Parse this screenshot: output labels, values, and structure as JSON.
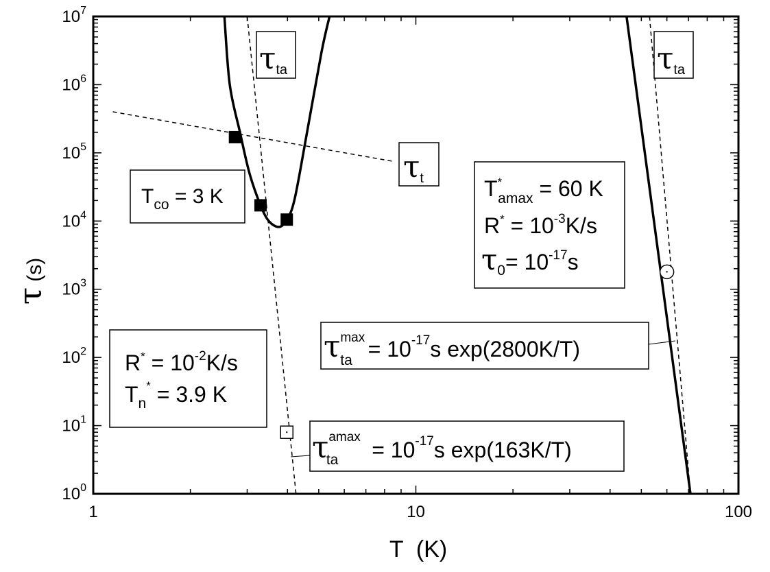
{
  "chart_data": {
    "type": "line",
    "xscale": "log",
    "yscale": "log",
    "xlim": [
      1,
      100
    ],
    "ylim": [
      1,
      10000000
    ],
    "grid": false,
    "x_ticks": [
      {
        "value": 1,
        "label": "1"
      },
      {
        "value": 10,
        "label": "10"
      },
      {
        "value": 100,
        "label": "100"
      }
    ],
    "y_ticks": [
      {
        "value": 1,
        "base": "10",
        "exp": "0"
      },
      {
        "value": 10,
        "base": "10",
        "exp": "1"
      },
      {
        "value": 100,
        "base": "10",
        "exp": "2"
      },
      {
        "value": 1000,
        "base": "10",
        "exp": "3"
      },
      {
        "value": 10000,
        "base": "10",
        "exp": "4"
      },
      {
        "value": 100000,
        "base": "10",
        "exp": "5"
      },
      {
        "value": 1000000,
        "base": "10",
        "exp": "6"
      },
      {
        "value": 10000000,
        "base": "10",
        "exp": "7"
      }
    ],
    "xlabel": "T  (K)",
    "ylabel": {
      "symbol": "τ",
      "unit": "(s)"
    },
    "series": [
      {
        "style": "solid-thick",
        "points": [
          [
            2.55,
            10000000
          ],
          [
            2.65,
            1000000
          ],
          [
            2.85,
            200000
          ],
          [
            3.05,
            50000
          ],
          [
            3.3,
            17000
          ],
          [
            3.5,
            10000
          ],
          [
            3.75,
            8200
          ],
          [
            3.95,
            10000
          ],
          [
            4.2,
            20000
          ],
          [
            4.6,
            200000
          ],
          [
            5.1,
            3000000
          ],
          [
            5.4,
            10000000
          ]
        ]
      },
      {
        "style": "solid-thick",
        "points": [
          [
            45,
            10000000
          ],
          [
            71,
            1
          ]
        ]
      },
      {
        "style": "dashed",
        "points": [
          [
            3.0,
            10000000
          ],
          [
            4.25,
            1
          ]
        ]
      },
      {
        "style": "dashed",
        "points": [
          [
            53,
            10000000
          ],
          [
            71,
            1
          ]
        ]
      },
      {
        "style": "dashed",
        "points": [
          [
            1.15,
            400000
          ],
          [
            8.5,
            75000
          ]
        ]
      }
    ],
    "markers": [
      {
        "shape": "filled-square",
        "x": 2.75,
        "y": 170000
      },
      {
        "shape": "filled-square",
        "x": 3.3,
        "y": 17000
      },
      {
        "shape": "filled-square",
        "x": 3.98,
        "y": 10500
      },
      {
        "shape": "open-square",
        "x": 3.98,
        "y": 8
      },
      {
        "shape": "open-circle",
        "x": 60,
        "y": 1800
      }
    ],
    "annotations": {
      "tau_ta_left": {
        "sym": "τ",
        "sub": "ta"
      },
      "tau_ta_right": {
        "sym": "τ",
        "sub": "ta"
      },
      "tau_t": {
        "sym": "τ",
        "sub": "t"
      },
      "tco": {
        "base": "T",
        "sub": "co",
        "rest": " = 3 K"
      },
      "params_right": {
        "tamax": {
          "base": "T",
          "sup": "*",
          "sub": "amax",
          "rest": " = 60 K"
        },
        "rstar": {
          "base": "R",
          "sup": "*",
          "mid": " = 10",
          "exp": "-3",
          "rest": "K/s"
        },
        "tau0": {
          "sym": "τ",
          "sub": "0",
          "mid": "= 10",
          "exp": "-17",
          "rest": "s"
        }
      },
      "params_left": {
        "rstar": {
          "base": "R",
          "sup": "*",
          "mid": " = 10",
          "exp": "-2",
          "rest": "K/s"
        },
        "tn": {
          "base": "T",
          "sub": "n",
          "sup": "*",
          "rest": " = 3.9 K"
        }
      },
      "formula_max": {
        "sym": "τ",
        "sub": "ta",
        "sup": "max",
        "mid": " = 10",
        "exp": "-17",
        "rest": "s exp(2800K/T)"
      },
      "formula_amax": {
        "sym": "τ",
        "sub": "ta",
        "sup": "amax",
        "mid": " = 10",
        "exp": "-17",
        "rest": "s exp(163K/T)"
      }
    }
  }
}
